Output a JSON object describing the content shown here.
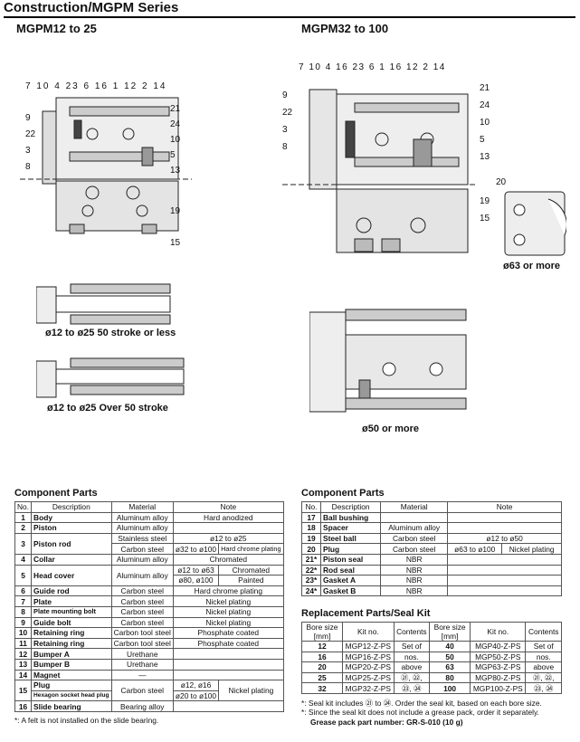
{
  "header": {
    "title": "Construction/MGPM Series",
    "left_subtitle": "MGPM12 to 25",
    "right_subtitle": "MGPM32 to 100"
  },
  "callouts": {
    "left_top": [
      "7",
      "10",
      "4",
      "23",
      "6",
      "16",
      "1",
      "12",
      "2",
      "14"
    ],
    "left_side_left": [
      "9",
      "22",
      "3",
      "8"
    ],
    "left_side_right": [
      "21",
      "24",
      "10",
      "5",
      "13",
      "19",
      "15"
    ],
    "right_top": [
      "7",
      "10",
      "4",
      "16",
      "23",
      "6",
      "1",
      "16",
      "12",
      "2",
      "14"
    ],
    "right_side_left": [
      "9",
      "22",
      "3",
      "8"
    ],
    "right_side_right": [
      "21",
      "24",
      "10",
      "5",
      "13",
      "19",
      "15"
    ],
    "detail": "20"
  },
  "captions": {
    "c1": "ø12 to ø25  50 stroke or less",
    "c2": "ø12 to ø25  Over 50 stroke",
    "c3": "ø63 or more",
    "c4": "ø50 or more"
  },
  "left_table": {
    "heading": "Component Parts",
    "headers": [
      "No.",
      "Description",
      "Material",
      "Note"
    ],
    "rows": [
      [
        "1",
        "Body",
        "Aluminum alloy",
        "Hard anodized"
      ],
      [
        "2",
        "Piston",
        "Aluminum alloy",
        ""
      ],
      [
        "7",
        "Plate",
        "Carbon steel",
        "Nickel plating"
      ],
      [
        "8",
        "Plate mounting bolt",
        "Carbon steel",
        "Nickel plating"
      ],
      [
        "9",
        "Guide bolt",
        "Carbon steel",
        "Nickel plating"
      ],
      [
        "10",
        "Retaining ring",
        "Carbon tool steel",
        "Phosphate coated"
      ],
      [
        "11",
        "Retaining ring",
        "Carbon tool steel",
        "Phosphate coated"
      ],
      [
        "12",
        "Bumper A",
        "Urethane",
        ""
      ],
      [
        "13",
        "Bumper B",
        "Urethane",
        ""
      ],
      [
        "14",
        "Magnet",
        "—",
        ""
      ]
    ],
    "piston_rod": {
      "no": "3",
      "desc": "Piston rod",
      "m1": "Stainless steel",
      "n1": "ø12 to ø25",
      "m2": "Carbon steel",
      "n2": "ø32 to ø100",
      "n2b": "Hard chrome plating"
    },
    "collar": {
      "no": "4",
      "desc": "Collar",
      "mat": "Aluminum alloy",
      "note": "Chromated"
    },
    "head_cover": {
      "no": "5",
      "desc": "Head cover",
      "mat": "Aluminum alloy",
      "s1": "ø12 to ø63",
      "n1": "Chromated",
      "s2": "ø80, ø100",
      "n2": "Painted"
    },
    "guide_rod": {
      "no": "6",
      "desc": "Guide rod",
      "mat": "Carbon steel",
      "note": "Hard chrome plating"
    },
    "plug": {
      "no": "15",
      "desc1": "Plug",
      "desc2": "Hexagon socket head plug",
      "mat": "Carbon steel",
      "s1": "ø12, ø16",
      "s2": "ø20 to ø100",
      "note": "Nickel plating"
    },
    "slide": {
      "no": "16",
      "desc": "Slide bearing",
      "mat": "Bearing alloy"
    },
    "footnote": "*: A felt is not installed on the slide bearing."
  },
  "right_table": {
    "heading": "Component Parts",
    "headers": [
      "No.",
      "Description",
      "Material",
      "Note"
    ],
    "rows": [
      [
        "17",
        "Ball bushing",
        "",
        ""
      ],
      [
        "18",
        "Spacer",
        "Aluminum alloy",
        ""
      ],
      [
        "19",
        "Steel ball",
        "Carbon steel",
        "ø12 to ø50"
      ],
      [
        "21*",
        "Piston seal",
        "NBR",
        ""
      ],
      [
        "22*",
        "Rod seal",
        "NBR",
        ""
      ],
      [
        "23*",
        "Gasket A",
        "NBR",
        ""
      ],
      [
        "24*",
        "Gasket B",
        "NBR",
        ""
      ]
    ],
    "plug_row": {
      "no": "20",
      "desc": "Plug",
      "mat": "Carbon steel",
      "n1": "ø63 to ø100",
      "n2": "Nickel plating"
    }
  },
  "seal_kit": {
    "heading": "Replacement Parts/Seal Kit",
    "headers": [
      "Bore size [mm]",
      "Kit no.",
      "Contents",
      "Bore size [mm]",
      "Kit no.",
      "Contents"
    ],
    "left": [
      [
        "12",
        "MGP12-Z-PS"
      ],
      [
        "16",
        "MGP16-Z-PS"
      ],
      [
        "20",
        "MGP20-Z-PS"
      ],
      [
        "25",
        "MGP25-Z-PS"
      ],
      [
        "32",
        "MGP32-Z-PS"
      ]
    ],
    "right": [
      [
        "40",
        "MGP40-Z-PS"
      ],
      [
        "50",
        "MGP50-Z-PS"
      ],
      [
        "63",
        "MGP63-Z-PS"
      ],
      [
        "80",
        "MGP80-Z-PS"
      ],
      [
        "100",
        "MGP100-Z-PS"
      ]
    ],
    "contents": [
      "Set of",
      "nos.",
      "above",
      "㉑, ㉒,",
      "㉓, ㉔"
    ],
    "notes": [
      "*: Seal kit includes ㉑ to ㉔. Order the seal kit, based on each bore size.",
      "*: Since the seal kit does not include a grease pack, order it separately.",
      "Grease pack part number: GR-S-010 (10 g)"
    ]
  },
  "colors": {
    "steel": "#d8d8d8",
    "dark": "#222222",
    "hatch": "#9a9a9a"
  }
}
